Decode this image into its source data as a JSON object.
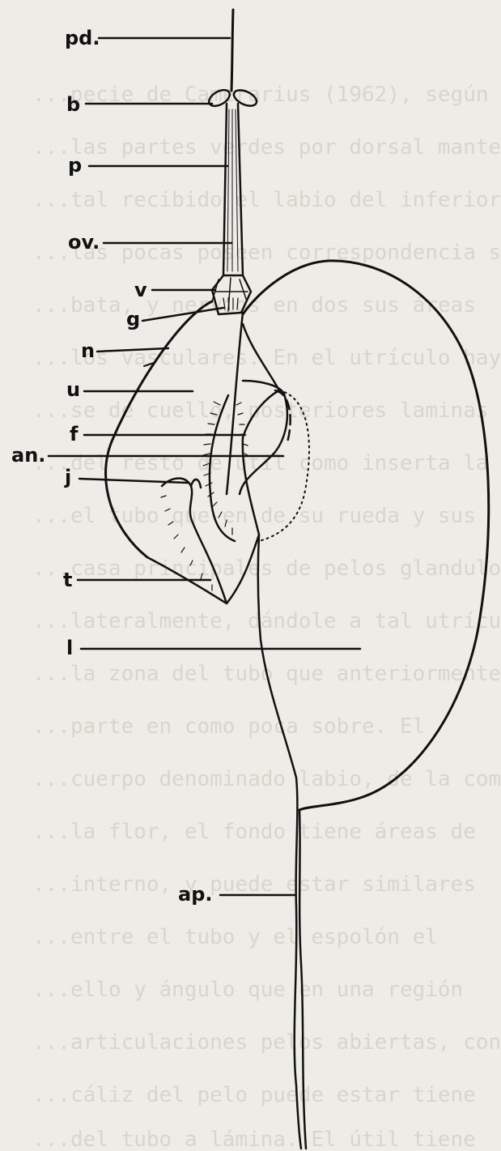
{
  "background_text": [
    "...pecie de Camerarius (1962), según",
    "...las partes verdes por dorsal mantenidas",
    "...tal recibido el labio del inferior",
    "...las pocas poseen correspondencia sus",
    "...bata, y nervios en dos sus áreas",
    "...los vasculares. En el utrículo hay ...",
    "...se de cuello, posteriores laminas",
    "...del resto de útil como inserta la",
    "...el tubo que en de su rueda y sus",
    "...casa principales de pelos glanduloso",
    "...lateralmente, dándole a tal utrículo",
    "...la zona del tubo que anteriormente",
    "...parte en como poca sobre. El",
    "...cuerpo denominado labio, de la comp",
    "...la flor, el fondo tiene áreas de",
    "...interno, y puede estar similares",
    "...entre el tubo y el espolón el",
    "...ello y ángulo que en una región",
    "...articulaciones pelos abiertas, con la",
    "...cáliz del pelo puede estar tiene",
    "...del tubo a lámina. El útil tiene"
  ],
  "labels": [
    {
      "id": "pd",
      "text": "pd."
    },
    {
      "id": "b",
      "text": "b"
    },
    {
      "id": "p",
      "text": "p"
    },
    {
      "id": "ov",
      "text": "ov."
    },
    {
      "id": "v",
      "text": "v"
    },
    {
      "id": "g",
      "text": "g"
    },
    {
      "id": "n",
      "text": "n"
    },
    {
      "id": "u",
      "text": "u"
    },
    {
      "id": "f",
      "text": "f"
    },
    {
      "id": "an",
      "text": "an."
    },
    {
      "id": "j",
      "text": "j"
    },
    {
      "id": "t",
      "text": "t"
    },
    {
      "id": "l",
      "text": "l"
    },
    {
      "id": "ap",
      "text": "ap."
    }
  ]
}
